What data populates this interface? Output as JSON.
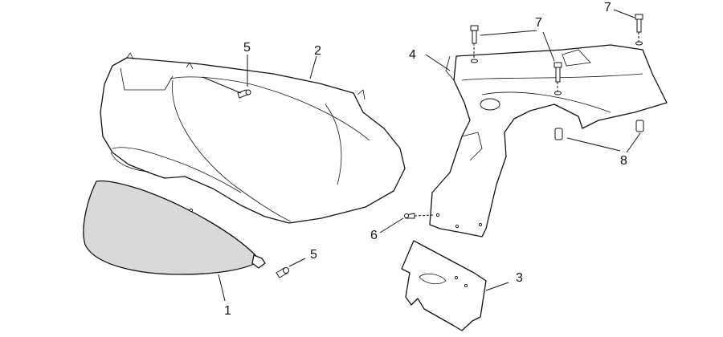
{
  "callouts": {
    "c1": "1",
    "c2": "2",
    "c3": "3",
    "c4": "4",
    "c5a": "5",
    "c5b": "5",
    "c6": "6",
    "c7a": "7",
    "c7b": "7",
    "c8": "8"
  },
  "colors": {
    "line": "#111111",
    "lens_fill": "#d9d9d9",
    "background": "#ffffff"
  }
}
